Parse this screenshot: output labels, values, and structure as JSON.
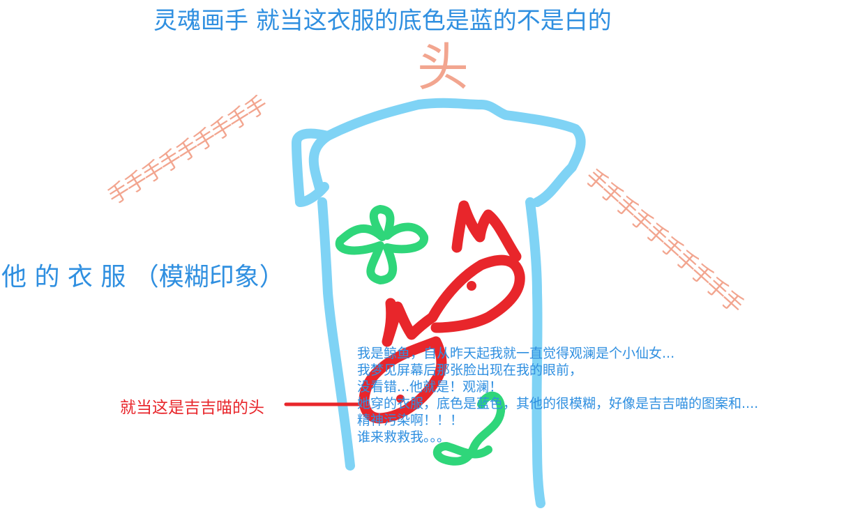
{
  "texts": {
    "title": "灵魂画手   就当这衣服的底色是蓝的不是白的",
    "head_label": "头",
    "left_label": "他 的 衣 服 （模糊印象）",
    "arm_left": "手手手手手手手手手",
    "arm_right": "手手手手手手手手手手",
    "cat_head_label": "就当这是吉吉喵的头"
  },
  "story_lines": [
    "我是鲸鱼，自从昨天起我就一直觉得观澜是个小仙女...",
    "我梦见屏幕后那张脸出现在我的眼前，",
    "没看错...他就是！观澜！",
    "她穿的衣服，底色是蓝色，其他的很模糊，好像是吉吉喵的图案和....",
    "精神污染啊！！！",
    "谁来救救我。。。"
  ],
  "colors": {
    "shirt": "#7fd3f5",
    "text_blue": "#2f8fe0",
    "salmon": "#f2a58f",
    "red": "#e8262b",
    "green": "#2fd67a"
  }
}
